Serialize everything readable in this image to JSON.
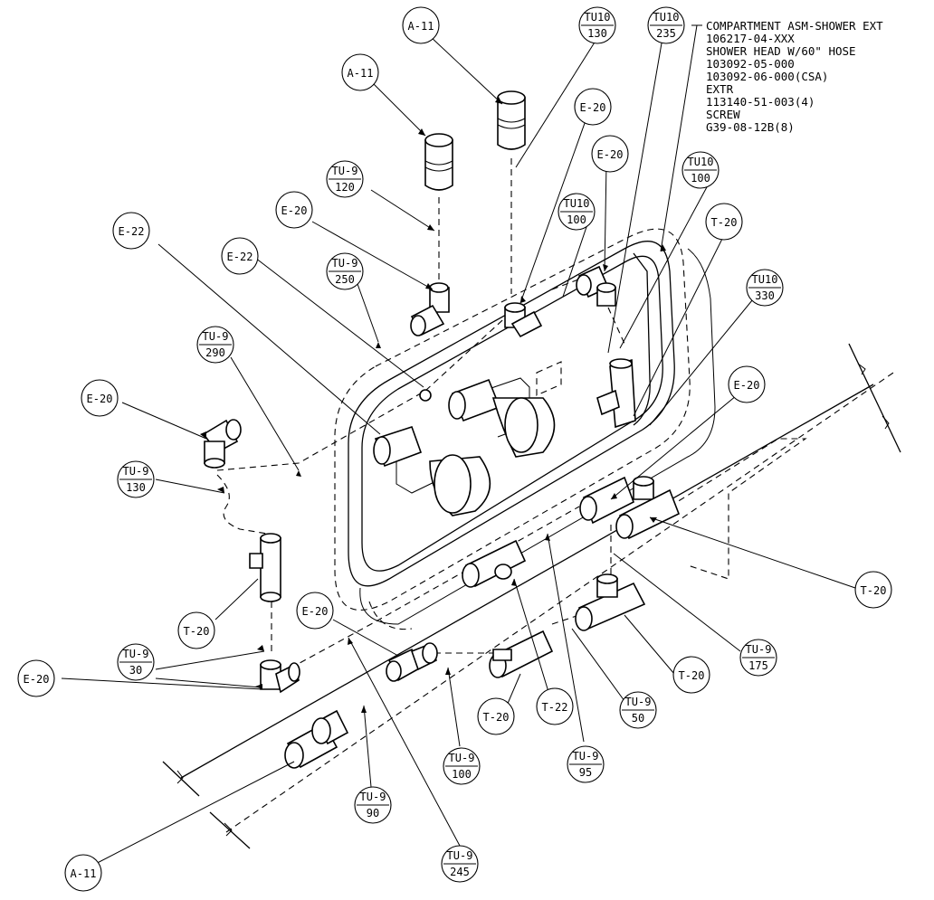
{
  "notes": [
    "COMPARTMENT ASM-SHOWER EXT",
    "106217-04-XXX",
    "SHOWER HEAD W/60\" HOSE",
    "103092-05-000",
    "103092-06-000(CSA)",
    "EXTR",
    "113140-51-003(4)",
    "SCREW",
    "G39-08-12B(8)"
  ],
  "callouts": [
    {
      "id": "c1",
      "top": "A-11"
    },
    {
      "id": "c2",
      "top": "A-11"
    },
    {
      "id": "c3",
      "top": "TU10",
      "bottom": "130"
    },
    {
      "id": "c4",
      "top": "TU10",
      "bottom": "235"
    },
    {
      "id": "c5",
      "top": "E-20"
    },
    {
      "id": "c6",
      "top": "E-20"
    },
    {
      "id": "c7",
      "top": "TU-9",
      "bottom": "120"
    },
    {
      "id": "c8",
      "top": "E-20"
    },
    {
      "id": "c9",
      "top": "TU10",
      "bottom": "100"
    },
    {
      "id": "c10",
      "top": "TU10",
      "bottom": "100"
    },
    {
      "id": "c11",
      "top": "E-22"
    },
    {
      "id": "c12",
      "top": "E-22"
    },
    {
      "id": "c13",
      "top": "TU-9",
      "bottom": "250"
    },
    {
      "id": "c14",
      "top": "T-20"
    },
    {
      "id": "c15",
      "top": "TU10",
      "bottom": "330"
    },
    {
      "id": "c16",
      "top": "TU-9",
      "bottom": "290"
    },
    {
      "id": "c17",
      "top": "E-20"
    },
    {
      "id": "c18",
      "top": "E-20"
    },
    {
      "id": "c19",
      "top": "TU-9",
      "bottom": "130"
    },
    {
      "id": "c20",
      "top": "T-20"
    },
    {
      "id": "c21",
      "top": "E-20"
    },
    {
      "id": "c22",
      "top": "T-20"
    },
    {
      "id": "c23",
      "top": "TU-9",
      "bottom": "30"
    },
    {
      "id": "c24",
      "top": "E-20"
    },
    {
      "id": "c25",
      "top": "TU-9",
      "bottom": "175"
    },
    {
      "id": "c26",
      "top": "T-20"
    },
    {
      "id": "c27",
      "top": "T-20"
    },
    {
      "id": "c28",
      "top": "T-22"
    },
    {
      "id": "c29",
      "top": "TU-9",
      "bottom": "50"
    },
    {
      "id": "c30",
      "top": "TU-9",
      "bottom": "100"
    },
    {
      "id": "c31",
      "top": "TU-9",
      "bottom": "95"
    },
    {
      "id": "c32",
      "top": "TU-9",
      "bottom": "90"
    },
    {
      "id": "c33",
      "top": "TU-9",
      "bottom": "245"
    },
    {
      "id": "c34",
      "top": "A-11"
    }
  ]
}
